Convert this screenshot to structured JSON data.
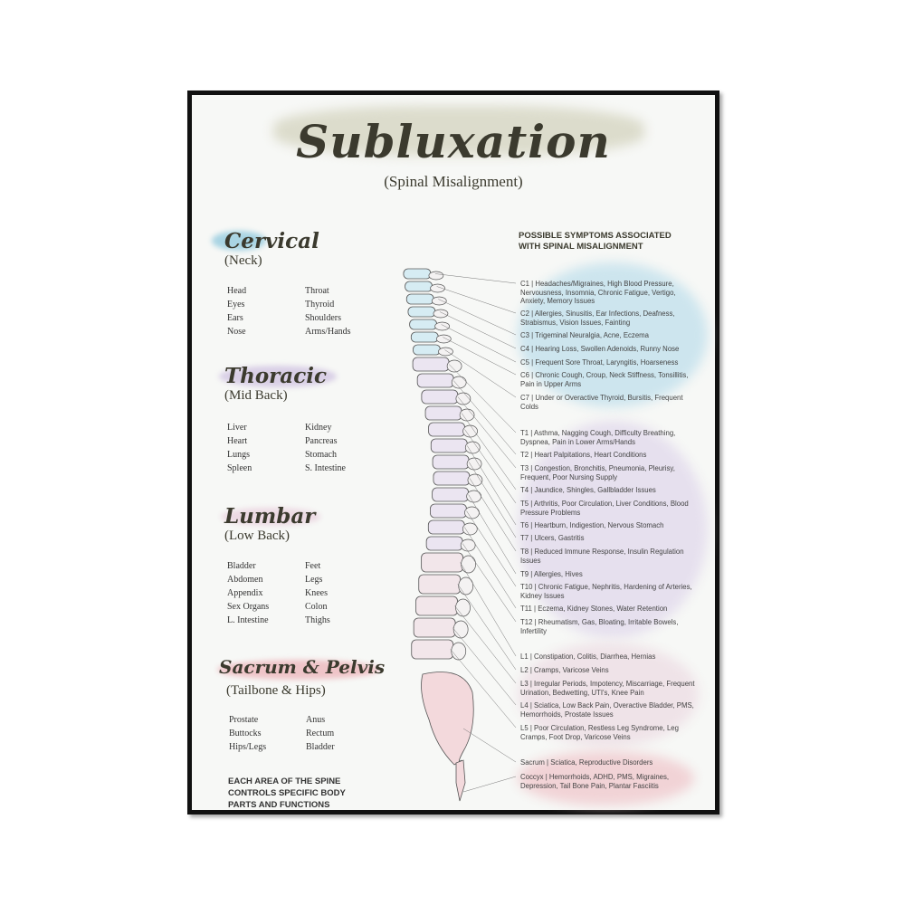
{
  "title": "Subluxation",
  "subtitle": "(Spinal Misalignment)",
  "colors": {
    "cervical": "#a9d4e3",
    "thoracic": "#d9cfe6",
    "lumbar": "#ecd9e3",
    "sacrum": "#efc4c8",
    "text": "#3b3a2e",
    "frame": "#111111"
  },
  "sections": [
    {
      "title": "Cervical",
      "subtitle": "(Neck)",
      "items": [
        "Head",
        "Throat",
        "Eyes",
        "Thyroid",
        "Ears",
        "Shoulders",
        "Nose",
        "Arms/Hands"
      ]
    },
    {
      "title": "Thoracic",
      "subtitle": "(Mid Back)",
      "items": [
        "Liver",
        "Kidney",
        "Heart",
        "Pancreas",
        "Lungs",
        "Stomach",
        "Spleen",
        "S. Intestine"
      ]
    },
    {
      "title": "Lumbar",
      "subtitle": "(Low Back)",
      "items": [
        "Bladder",
        "Feet",
        "Abdomen",
        "Legs",
        "Appendix",
        "Knees",
        "Sex Organs",
        "Colon",
        "L. Intestine",
        "Thighs"
      ]
    },
    {
      "title": "Sacrum & Pelvis",
      "subtitle": "(Tailbone & Hips)",
      "items": [
        "Prostate",
        "Anus",
        "Buttocks",
        "Rectum",
        "Hips/Legs",
        "Bladder"
      ]
    }
  ],
  "footer": "EACH AREA OF THE SPINE CONTROLS SPECIFIC BODY PARTS AND FUNCTIONS",
  "symptoms_heading": "POSSIBLE SYMPTOMS ASSOCIATED WITH SPINAL MISALIGNMENT",
  "symptoms": [
    "C1 | Headaches/Migraines, High Blood Pressure, Nervousness, Insomnia, Chronic Fatigue, Vertigo, Anxiety, Memory Issues",
    "C2 | Allergies, Sinusitis, Ear Infections, Deafness, Strabismus, Vision Issues, Fainting",
    "C3 | Trigeminal Neuralgia, Acne, Eczema",
    "C4 | Hearing Loss, Swollen Adenoids, Runny Nose",
    "C5 | Frequent Sore Throat, Laryngitis, Hoarseness",
    "C6 | Chronic Cough, Croup, Neck Stiffness, Tonsillitis, Pain in Upper Arms",
    "C7 | Under or Overactive Thyroid, Bursitis, Frequent Colds",
    "T1 | Asthma, Nagging Cough, Difficulty Breathing, Dyspnea, Pain in Lower Arms/Hands",
    "T2 | Heart Palpitations, Heart Conditions",
    "T3 | Congestion, Bronchitis, Pneumonia, Pleurisy, Frequent, Poor Nursing Supply",
    "T4 | Jaundice, Shingles, Gallbladder Issues",
    "T5 | Arthritis, Poor Circulation, Liver Conditions, Blood Pressure Problems",
    "T6 | Heartburn, Indigestion, Nervous Stomach",
    "T7 | Ulcers, Gastritis",
    "T8 | Reduced Immune Response, Insulin Regulation Issues",
    "T9 | Allergies, Hives",
    "T10 | Chronic Fatigue, Nephritis, Hardening of Arteries, Kidney Issues",
    "T11 | Eczema, Kidney Stones, Water Retention",
    "T12 | Rheumatism, Gas, Bloating, Irritable Bowels, Infertility",
    "L1 | Constipation, Colitis, Diarrhea, Hernias",
    "L2 | Cramps, Varicose Veins",
    "L3 | Irregular Periods, Impotency, Miscarriage, Frequent Urination, Bedwetting, UTI's, Knee Pain",
    "L4 | Sciatica, Low Back Pain, Overactive Bladder, PMS, Hemorrhoids, Prostate Issues",
    "L5 | Poor Circulation, Restless Leg Syndrome, Leg Cramps, Foot Drop, Varicose Veins",
    "Sacrum | Sciatica, Reproductive Disorders",
    "Coccyx | Hemorrhoids, ADHD, PMS, Migraines, Depression, Tail Bone Pain, Plantar Fasciitis"
  ]
}
